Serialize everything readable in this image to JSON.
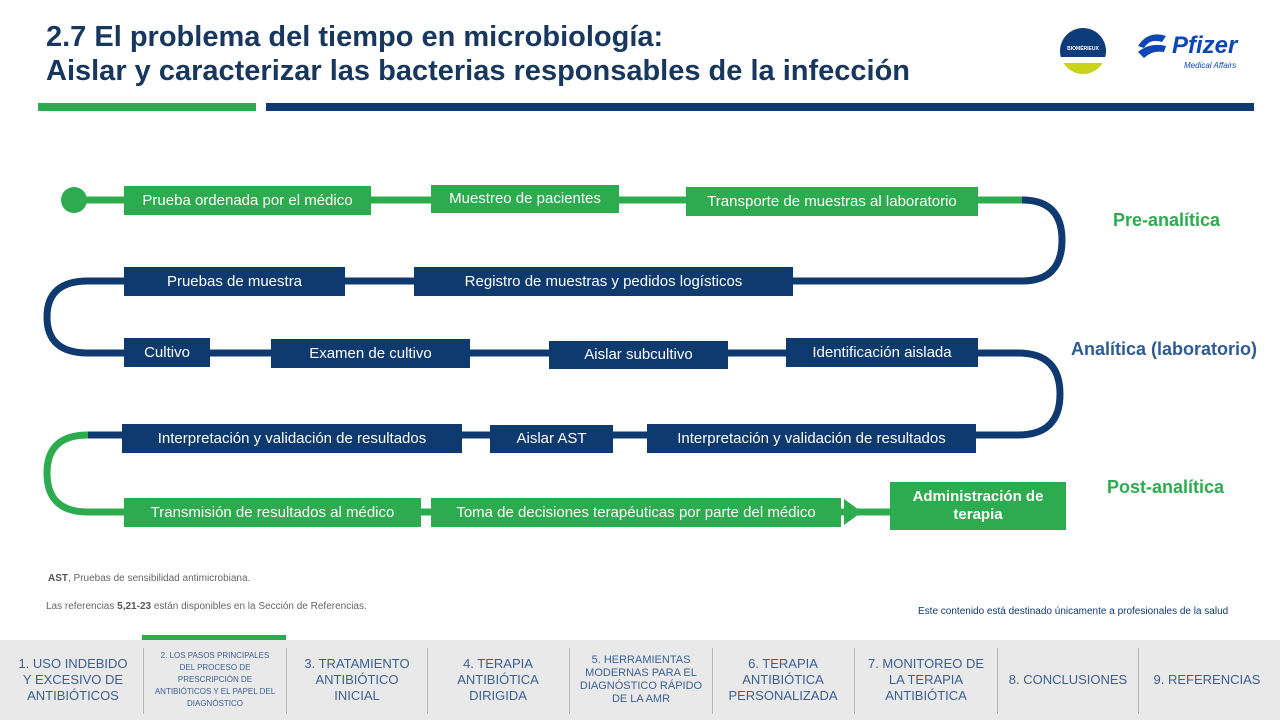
{
  "header": {
    "title_line1": "2.7 El problema del tiempo en microbiología:",
    "title_line2": "Aislar y caracterizar las bacterias responsables de la infección"
  },
  "logos": {
    "biomerieux_text": "BIOMÉRIEUX",
    "pfizer_word": "Pfizer",
    "pfizer_sub": "Medical Affairs"
  },
  "colors": {
    "green": "#2cac4e",
    "blue": "#0e3a70",
    "title": "#17375e"
  },
  "flow": {
    "row1": [
      "Prueba ordenada por el médico",
      "Muestreo de pacientes",
      "Transporte de muestras al laboratorio"
    ],
    "row2": [
      "Pruebas de muestra",
      "Registro de muestras y pedidos logísticos"
    ],
    "row3": [
      "Cultivo",
      "Examen de cultivo",
      "Aislar subcultivo",
      "Identificación aislada"
    ],
    "row4": [
      "Interpretación  y validación de resultados",
      "Aislar AST",
      "Interpretación  y validación de resultados"
    ],
    "row5": [
      "Transmisión de resultados al médico",
      "Toma de decisiones terapéuticas por parte del médico"
    ],
    "final": "Administración de terapia"
  },
  "phases": {
    "pre": "Pre-analítica",
    "analytic": "Analítica (laboratorio)",
    "post": "Post-analítica"
  },
  "footnotes": {
    "ast_abbr": "AST",
    "ast_text": ", Pruebas de sensibilidad antimicrobiana.",
    "ref_pre": "Las referencias ",
    "ref_nums": "5,21-23",
    "ref_post": " están disponibles en la Sección de Referencias.",
    "disclaimer": "Este contenido está destinado únicamente a profesionales de la salud"
  },
  "nav": {
    "items": [
      "1. USO INDEBIDO Y EXCESIVO DE ANTIBIÓTICOS",
      "2. LOS PASOS PRINCIPALES DEL PROCESO DE PRESCRIPCIÓN DE ANTIBIÓTICOS Y EL PAPEL DEL DIAGNÓSTICO",
      "3. TRATAMIENTO ANTIBIÓTICO INICIAL",
      "4. TERAPIA ANTIBIÓTICA DIRIGIDA",
      "5. HERRAMIENTAS MODERNAS PARA EL DIAGNÓSTICO RÁPIDO DE LA AMR",
      "6. TERAPIA ANTIBIÓTICA PERSONALIZADA",
      "7. MONITOREO DE LA TERAPIA ANTIBIÓTICA",
      "8. CONCLUSIONES",
      "9. REFERENCIAS"
    ]
  }
}
